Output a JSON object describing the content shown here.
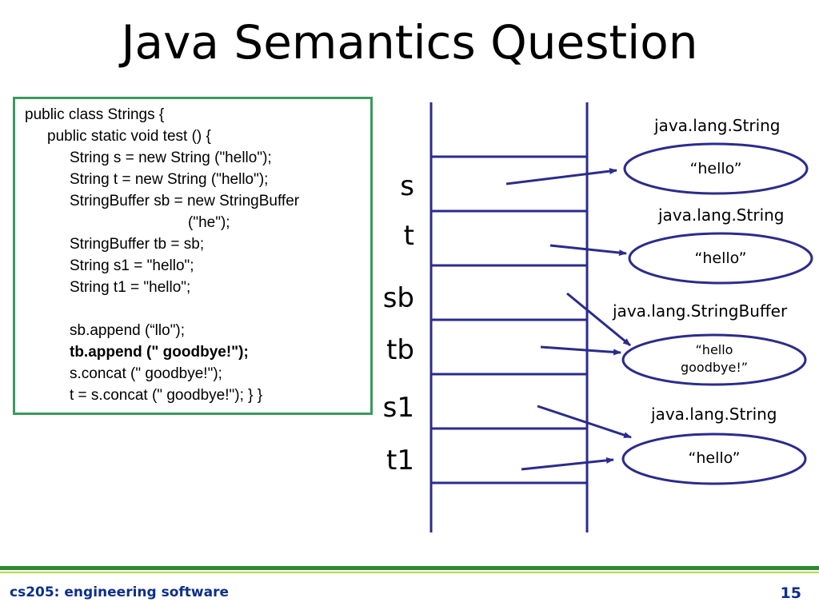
{
  "title": "Java Semantics Question",
  "code": {
    "lines": [
      "public class Strings {",
      "public static void test () {",
      "String s = new String (\"hello\");",
      "String t = new String (\"hello\");",
      "StringBuffer sb = new StringBuffer",
      "(\"he\");",
      "StringBuffer tb = sb;",
      "String s1 = \"hello\";",
      "String t1 = \"hello\";",
      "sb.append (“llo\");",
      "tb.append (\" goodbye!\");",
      "s.concat (\" goodbye!\");",
      "t = s.concat (\" goodbye!\"); } }"
    ]
  },
  "stack": {
    "variables": [
      "s",
      "t",
      "sb",
      "tb",
      "s1",
      "t1"
    ]
  },
  "heap": {
    "objects": [
      {
        "type": "java.lang.String",
        "value": "“hello”"
      },
      {
        "type": "java.lang.String",
        "value": "“hello”"
      },
      {
        "type": "java.lang.StringBuffer",
        "value": "“hello\ngoodbye!”"
      },
      {
        "type": "java.lang.String",
        "value": "“hello”"
      }
    ]
  },
  "colors": {
    "box_border": "#3a9a5c",
    "stack_lines": "#2b2b8c",
    "arrows": "#2b2b8c",
    "footer_text": "#0d2f8a",
    "footer_bar": "#2c8a2c"
  },
  "footer": {
    "course": "cs205: engineering software",
    "page": "15"
  }
}
